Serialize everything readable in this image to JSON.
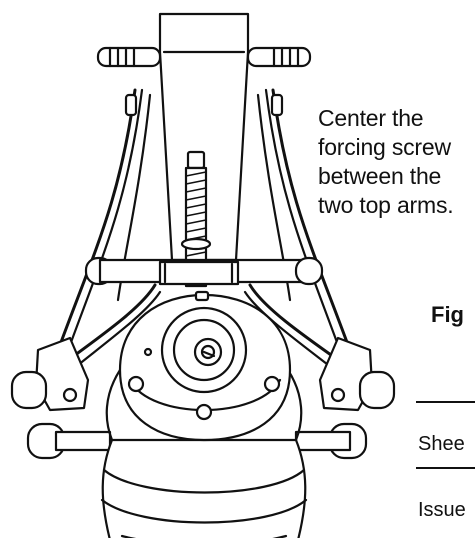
{
  "caption": {
    "lines": [
      "Center the",
      "forcing screw",
      "between the",
      "two top arms."
    ]
  },
  "figure_label": "Fig",
  "sheet_label": "Shee",
  "issue_label": "Issue",
  "illustration": {
    "subject": "spring compressor tool with forcing screw centered between two top arms, mounted on strut top mount",
    "line_color": "#111111",
    "fill_color": "#ffffff"
  }
}
